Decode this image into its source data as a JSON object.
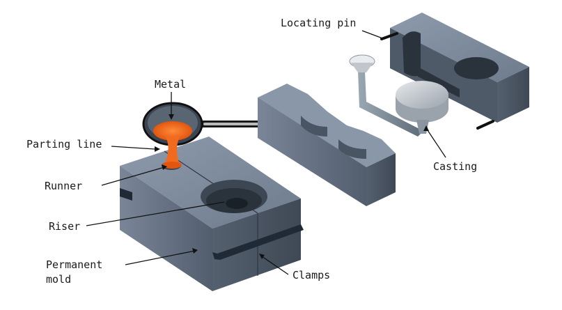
{
  "labels": {
    "metal": "Metal",
    "locating_pin": "Locating pin",
    "parting_line": "Parting line",
    "runner": "Runner",
    "riser": "Riser",
    "permanent_mold_line1": "Permanent",
    "permanent_mold_line2": "mold",
    "clamps": "Clamps",
    "casting": "Casting"
  },
  "colors": {
    "mold_top": "#7d8a9b",
    "mold_front": "#5e6b7c",
    "mold_side": "#4a5564",
    "mold_dark": "#2d3540",
    "metal": "#f26a1e",
    "casting": "#c9cdd2",
    "clamp": "#1f2a36"
  }
}
